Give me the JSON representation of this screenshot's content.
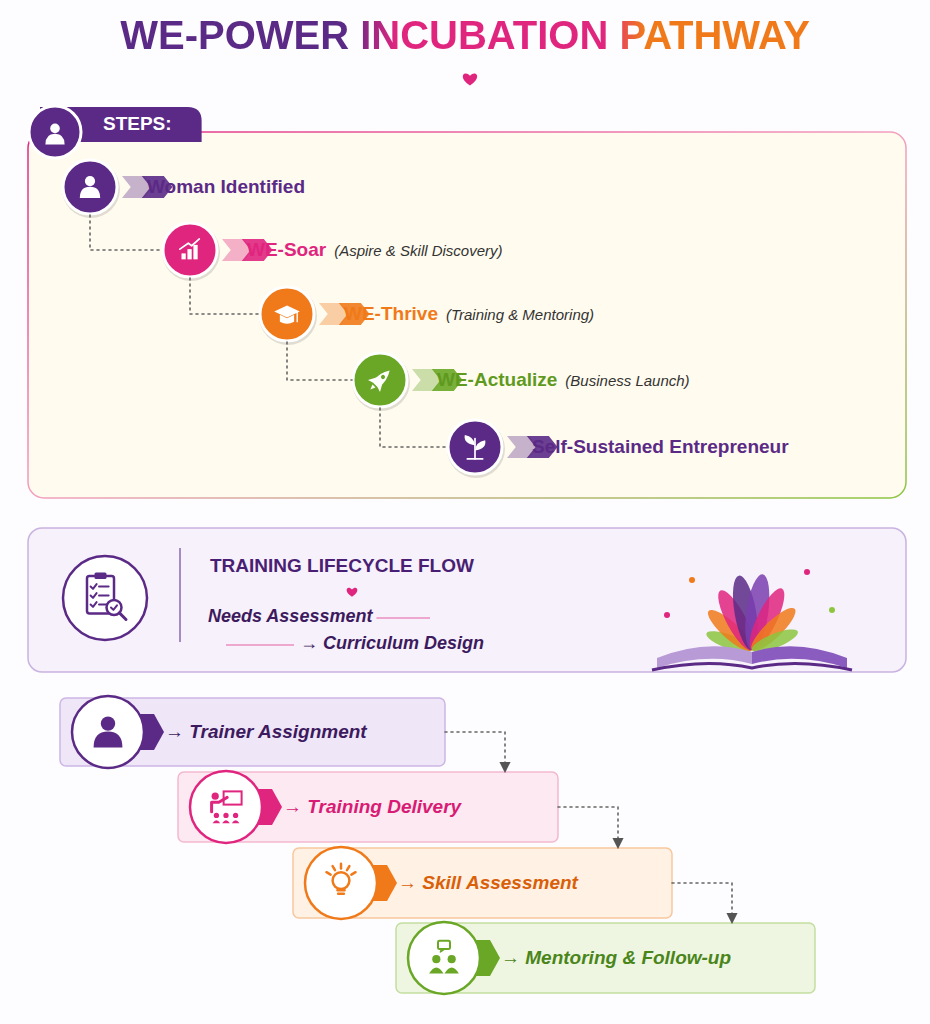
{
  "diagram": {
    "title": "WE-POWER INCUBATION PATHWAY",
    "nodes": [
      {
        "text": [
          "STEPS:"
        ]
      },
      {
        "text": [
          "Woman Identified"
        ],
        "in": 0
      },
      {
        "text": [
          "WE-Soar",
          "(Aspire & Skill Discovery)"
        ],
        "in": 0
      },
      {
        "text": [
          "WE-Thrive",
          "(Training & Mentoring)"
        ],
        "in": 0
      },
      {
        "text": [
          "WE-Actualize",
          "(Business Launch)"
        ],
        "in": 0
      },
      {
        "text": [
          "Self-Sustained Entrepreneur"
        ],
        "in": 0
      },
      {
        "text": [
          "TRAINING LIFECYCLE FLOW",
          "Needs Assessment",
          "→ Curriculum Design"
        ]
      },
      {
        "text": [
          "→ Trainer Assignment"
        ]
      },
      {
        "text": [
          "→ Training Delivery"
        ]
      },
      {
        "text": [
          "→ Skill Assessment"
        ]
      },
      {
        "text": [
          "→ Mentoring & Follow-up"
        ]
      }
    ],
    "edges": [
      {
        "from": 1,
        "to": 2,
        "arrow": "none"
      },
      {
        "from": 2,
        "to": 3,
        "arrow": "none"
      },
      {
        "from": 3,
        "to": 4,
        "arrow": "none"
      },
      {
        "from": 4,
        "to": 5,
        "arrow": "none"
      },
      {
        "from": 7,
        "to": 8,
        "arrow": "to"
      },
      {
        "from": 8,
        "to": 9,
        "arrow": "to"
      },
      {
        "from": 9,
        "to": 10,
        "arrow": "to"
      }
    ]
  }
}
